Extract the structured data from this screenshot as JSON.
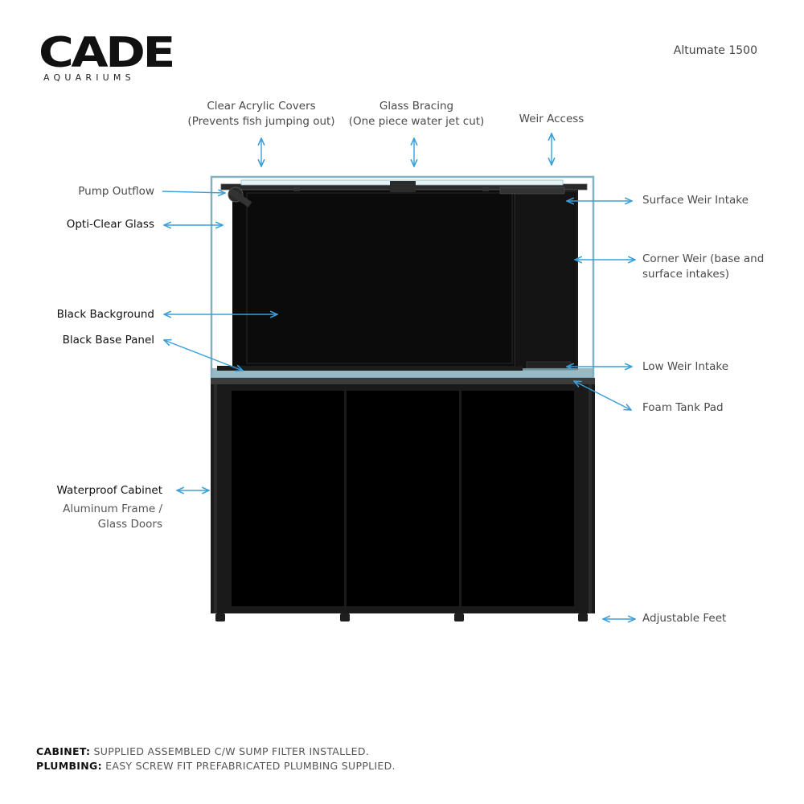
{
  "brand": {
    "logo": "CADE",
    "sub": "AQUARIUMS"
  },
  "model": "Altumate 1500",
  "labels": {
    "clear_acrylic_1": "Clear Acrylic Covers",
    "clear_acrylic_2": "(Prevents fish jumping out)",
    "glass_bracing_1": "Glass Bracing",
    "glass_bracing_2": "(One piece water jet cut)",
    "weir_access": "Weir Access",
    "pump_outflow": "Pump Outflow",
    "opti_clear": "Opti-Clear Glass",
    "black_background": "Black Background",
    "black_base_panel": "Black Base Panel",
    "waterproof_cabinet": "Waterproof Cabinet",
    "aluminum_1": "Aluminum Frame /",
    "aluminum_2": "Glass Doors",
    "surface_weir": "Surface Weir Intake",
    "corner_weir_1": "Corner Weir (base and",
    "corner_weir_2": "surface intakes)",
    "low_weir": "Low Weir Intake",
    "foam_pad": "Foam Tank Pad",
    "adjustable_feet": "Adjustable Feet"
  },
  "footer": {
    "cabinet_key": "CABINET:",
    "cabinet_val": " SUPPLIED ASSEMBLED C/W SUMP FILTER INSTALLED.",
    "plumbing_key": "PLUMBING:",
    "plumbing_val": " EASY SCREW FIT PREFABRICATED PLUMBING SUPPLIED."
  },
  "colors": {
    "arrow": "#3a9fd8",
    "glass": "#7fb3c2",
    "cabinet": "#1a1a1a",
    "door": "#000000"
  }
}
